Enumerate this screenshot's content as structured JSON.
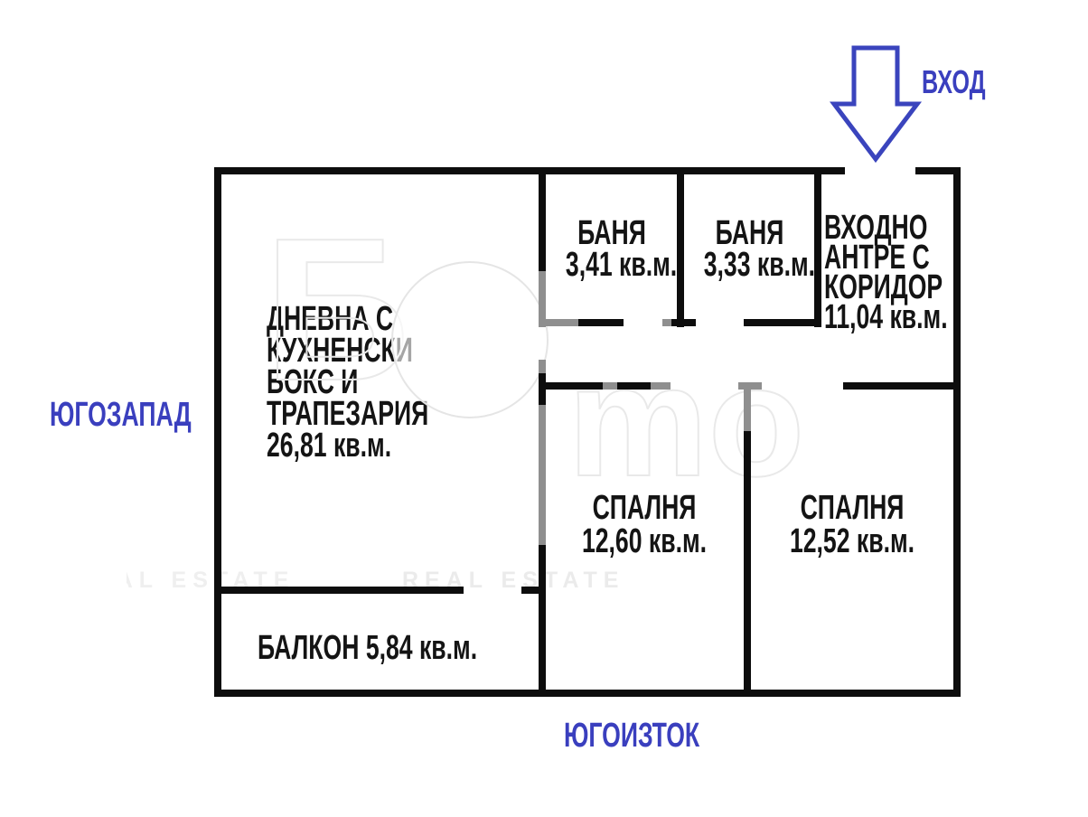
{
  "plan": {
    "directions": {
      "southwest": "ЮГОЗАПАД",
      "southeast": "ЮГОИЗТОК",
      "entrance_label": "ВХОД"
    },
    "rooms": {
      "living": {
        "line1": "ДНЕВНА С",
        "line2": "КУХНЕНСКИ",
        "line3": "БОКС И",
        "line4": "ТРАПЕЗАРИЯ",
        "area": "26,81 кв.м."
      },
      "bath1": {
        "name": "БАНЯ",
        "area": "3,41 кв.м."
      },
      "bath2": {
        "name": "БАНЯ",
        "area": "3,33 кв.м."
      },
      "entry_hall": {
        "line1": "ВХОДНО",
        "line2": "АНТРЕ С",
        "line3": "КОРИДОР",
        "area": "11,04 кв.м."
      },
      "bedroom1": {
        "name": "СПАЛНЯ",
        "area": "12,60 кв.м."
      },
      "bedroom2": {
        "name": "СПАЛНЯ",
        "area": "12,52 кв.м."
      },
      "balcony": {
        "label": "БАЛКОН 5,84 кв.м."
      }
    },
    "watermark": {
      "letter": "Б",
      "small": "mo",
      "caption": "REAL ESTATE"
    },
    "colors": {
      "accent": "#3a3fbe",
      "wall": "#0d0d0d",
      "wall_light": "#8f8f8f"
    }
  }
}
